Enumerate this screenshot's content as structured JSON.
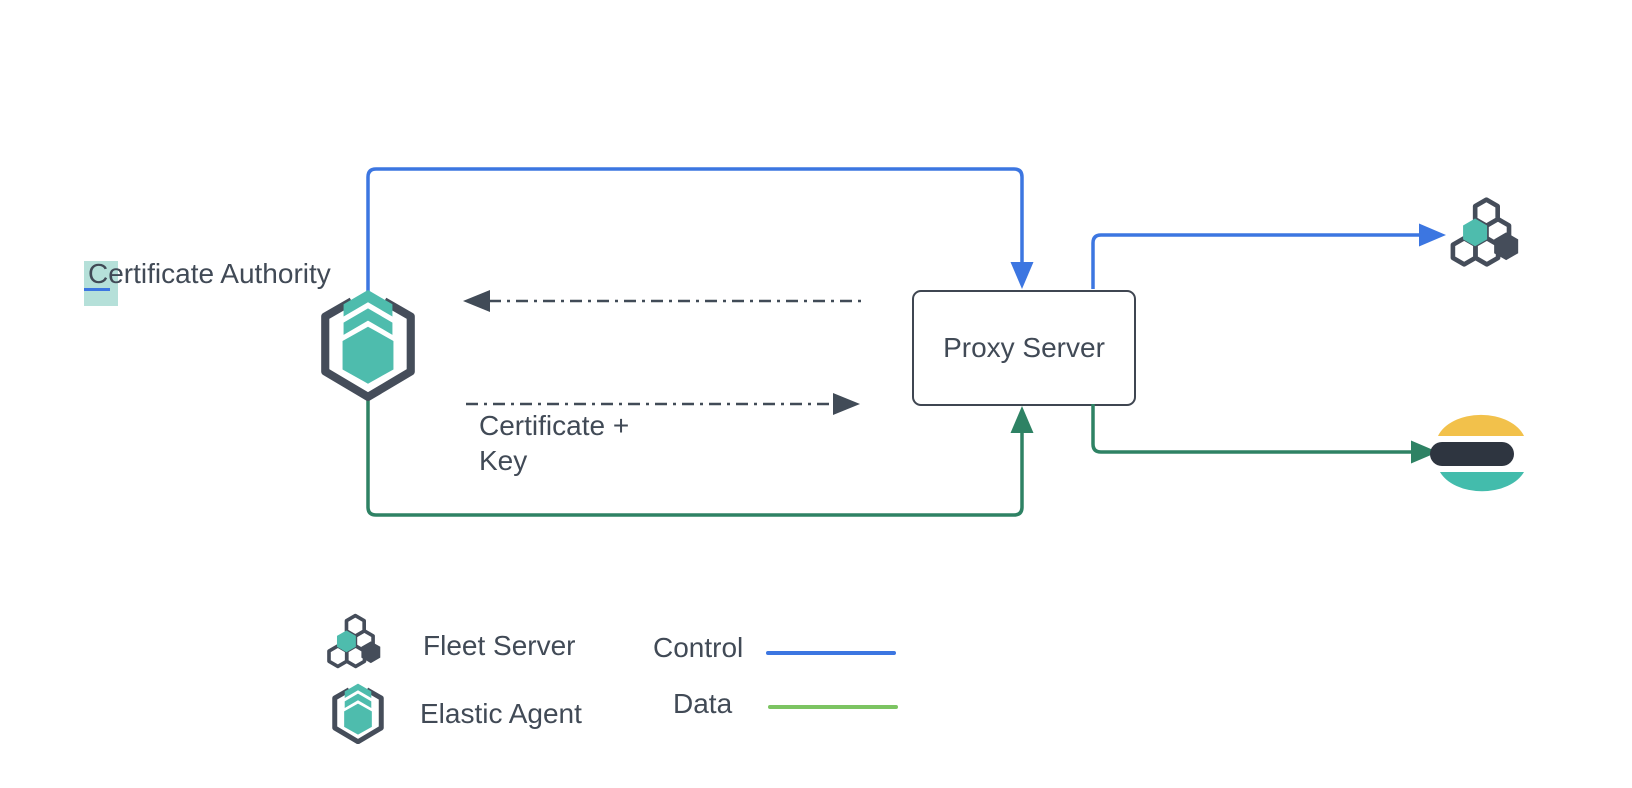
{
  "diagram": {
    "title_context": "Elastic Agent proxy architecture diagram",
    "nodes": {
      "certificate_authority": {
        "label": "Certificate Authority"
      },
      "proxy_server": {
        "label": "Proxy Server"
      },
      "elastic_agent": {
        "icon": "elastic-agent-icon"
      },
      "fleet_server": {
        "icon": "fleet-server-icon"
      },
      "elasticsearch": {
        "icon": "elasticsearch-icon"
      }
    },
    "annotations": {
      "certificate_key": "Certificate +\nKey"
    },
    "connectors": [
      {
        "name": "control-agent-to-proxy",
        "type": "control",
        "color": "#3c76e1",
        "arrow": "into proxy top"
      },
      {
        "name": "control-proxy-to-fleet",
        "type": "control",
        "color": "#3c76e1",
        "arrow": "into fleet server"
      },
      {
        "name": "data-agent-to-proxy",
        "type": "data",
        "color": "#2e8264",
        "arrow": "into proxy bottom"
      },
      {
        "name": "data-proxy-to-elasticsearch",
        "type": "data",
        "color": "#2e8264",
        "arrow": "into elasticsearch"
      },
      {
        "name": "certificate-exchange-left",
        "type": "dash-dot",
        "color": "#414b57",
        "arrow": "left"
      },
      {
        "name": "certificate-exchange-right",
        "type": "dash-dot",
        "color": "#414b57",
        "arrow": "right"
      }
    ],
    "legend": {
      "items": [
        {
          "icon": "fleet-server-icon",
          "label": "Fleet Server"
        },
        {
          "icon": "elastic-agent-icon",
          "label": "Elastic Agent"
        }
      ],
      "lines": [
        {
          "label": "Control",
          "color": "#3c76e1"
        },
        {
          "label": "Data",
          "color": "#7cc462"
        }
      ]
    },
    "colors": {
      "control_blue": "#3c76e1",
      "data_green_path": "#2e8264",
      "data_green_legend": "#7cc462",
      "brand_teal": "#4ebcad",
      "outline_slate": "#454d5a",
      "text_slate": "#414a56",
      "es_yellow": "#f2c14b",
      "es_dark": "#2e3540",
      "es_teal": "#43bcac",
      "selection_highlight": "rgba(120,198,186,0.55)"
    }
  }
}
